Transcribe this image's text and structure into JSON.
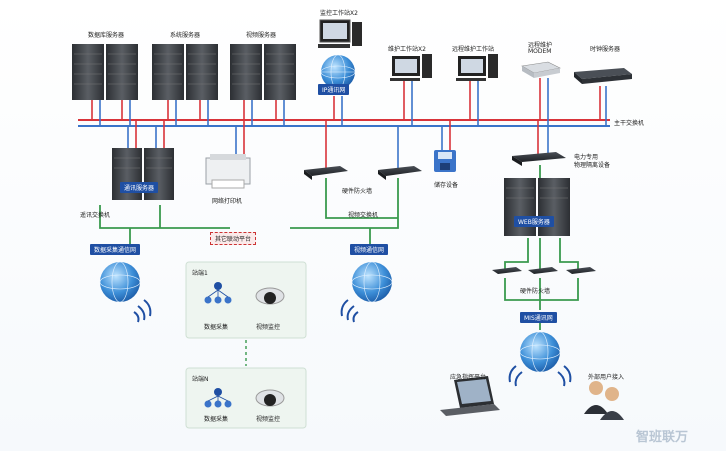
{
  "labels": {
    "database_servers": "数据库服务器",
    "system_servers": "系统服务器",
    "video_servers": "视频服务器",
    "monitor_workstation": "监控工作站X2",
    "maintenance_workstation": "维护工作站X2",
    "remote_maintenance": "远程维护工作站",
    "remote_modem": "远程维护",
    "modem": "MODEM",
    "time_server": "时钟服务器",
    "network_cloud": "IP通讯网",
    "backbone_switch": "主干交换机",
    "comm_server": "通讯服务器",
    "network_printer": "网络打印机",
    "hw_firewall": "硬件防火墙",
    "storage_device": "储存设备",
    "power_isolation_1": "电力专用",
    "power_isolation_2": "物理隔离设备",
    "remote_switch": "遥讯交换机",
    "video_switch": "视频交换机",
    "data_collect_gateway": "数据采集通信网",
    "other_platform": "其它联动平台",
    "video_comm_gateway": "视频通信网",
    "web_server": "WEB服务器",
    "station_1": "站端1",
    "station_n": "站端N",
    "data_collect": "数据采集",
    "video_monitor": "视频监控",
    "mis_gateway": "MIS通讯网",
    "emergency_platform": "应急指挥平台",
    "external_access": "外部用户接入",
    "firewall_2": "硬件防火墙",
    "watermark": "智班联万"
  },
  "colors": {
    "backbone_red": "#d9343a",
    "backbone_blue": "#3b74c9",
    "link_green": "#3a9a4e",
    "tag_blue": "#1f4fa3",
    "cloud_blue": "#2f7fd0",
    "server_dark": "#3a3d42"
  }
}
